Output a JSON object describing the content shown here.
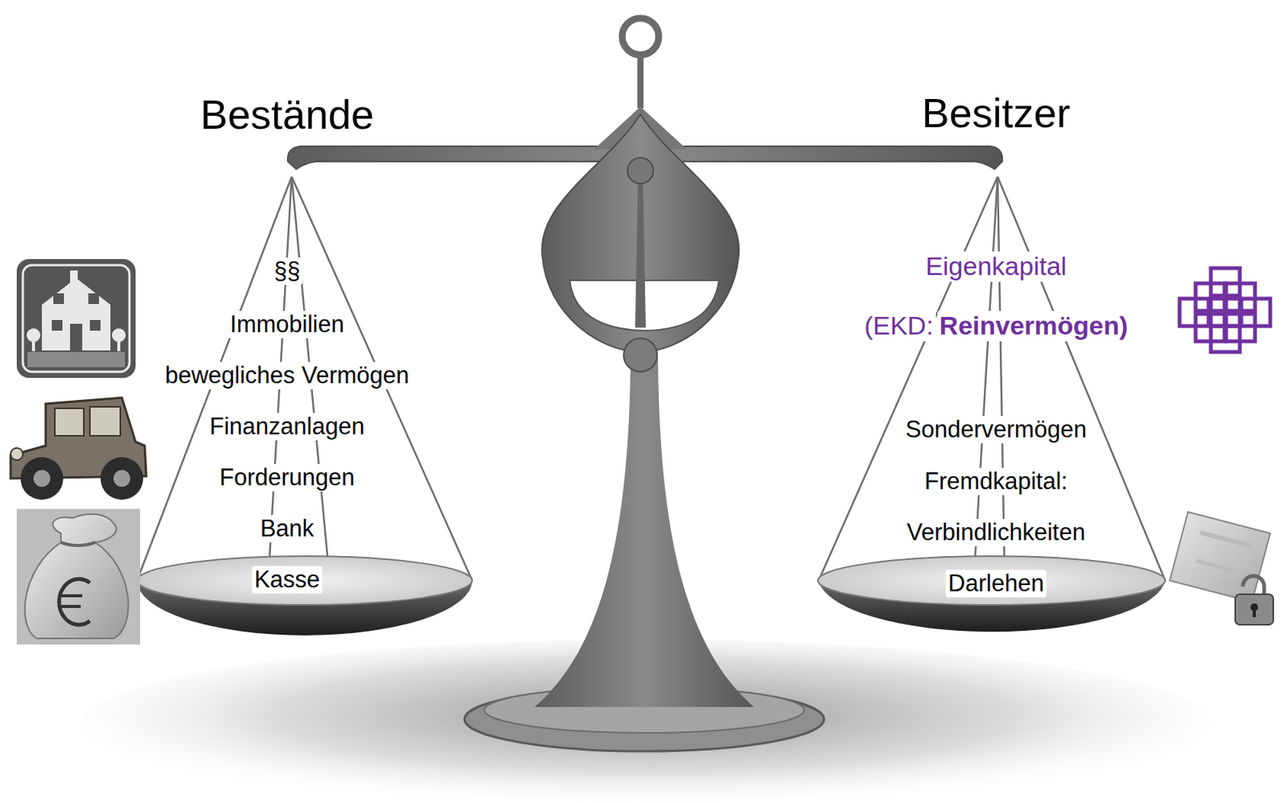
{
  "diagram": {
    "labels": [
      "Bestände",
      "Besitzer",
      "§§",
      "Immobilien",
      "bewegliches Vermögen",
      "Finanzanlagen",
      "Forderungen",
      "Bank",
      "Kasse",
      "Eigenkapital",
      "(EKD:",
      "Reinvermögen)",
      "Sondervermögen",
      "Fremdkapital:",
      "Verbindlichkeiten",
      "Darlehen"
    ]
  }
}
